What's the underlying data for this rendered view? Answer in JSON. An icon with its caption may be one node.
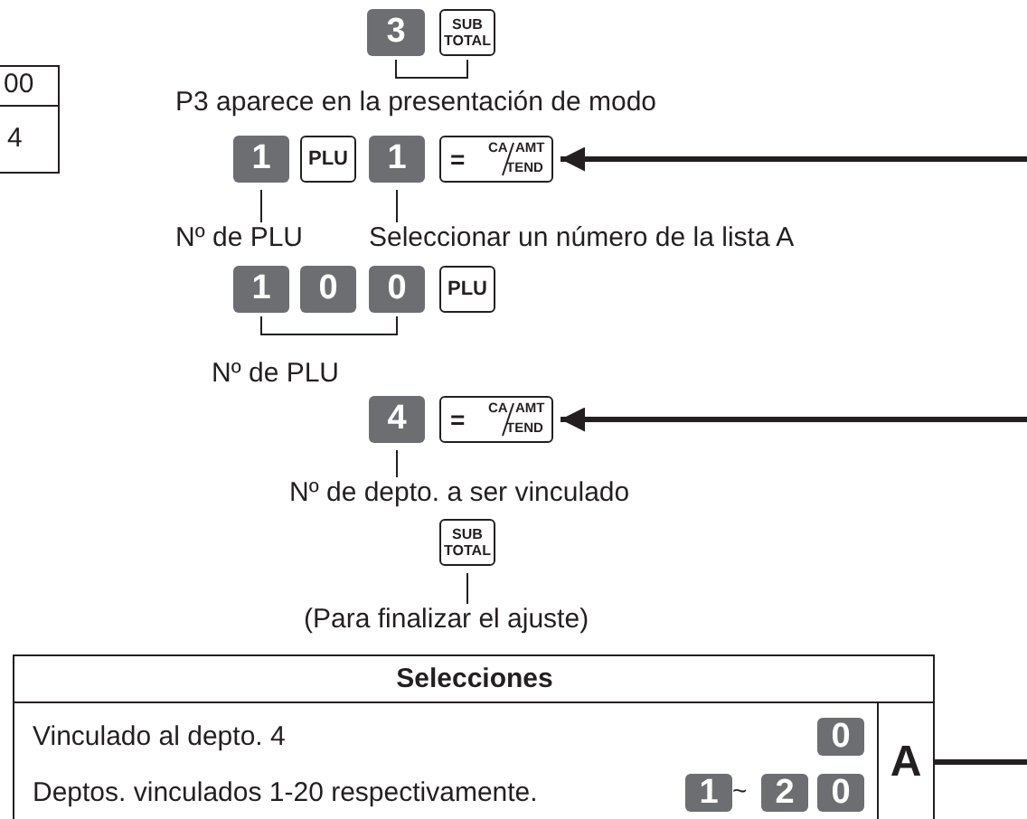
{
  "diagram": {
    "nodes": [
      {
        "text": [
          "3"
        ]
      },
      {
        "text": [
          "SUB TOTAL"
        ]
      },
      {
        "text": [
          "1"
        ]
      },
      {
        "text": [
          "PLU"
        ]
      },
      {
        "text": [
          "1"
        ]
      },
      {
        "text": [
          "=",
          "CA",
          "AMT",
          "TEND"
        ]
      },
      {
        "text": [
          "1"
        ]
      },
      {
        "text": [
          "0"
        ]
      },
      {
        "text": [
          "0"
        ]
      },
      {
        "text": [
          "PLU"
        ]
      },
      {
        "text": [
          "4"
        ]
      },
      {
        "text": [
          "=",
          "CA",
          "AMT",
          "TEND"
        ]
      },
      {
        "text": [
          "SUB TOTAL"
        ]
      },
      {
        "text": [
          "Selecciones",
          "Vinculado al depto. 4",
          "Deptos. vinculados 1-20 respectivamente."
        ]
      },
      {
        "text": [
          "0"
        ],
        "in": 13
      },
      {
        "text": [
          "1"
        ],
        "in": 13
      },
      {
        "text": [
          "2"
        ],
        "in": 13
      },
      {
        "text": [
          "0"
        ],
        "in": 13
      },
      {
        "text": [
          "A"
        ],
        "in": 13
      },
      {
        "text": [
          "Nº de PLU"
        ]
      },
      {
        "text": [
          "Seleccionar un número de la lista A"
        ]
      },
      {
        "text": [
          "Nº de depto. a ser vinculado"
        ]
      },
      {
        "text": [
          "(Para finalizar el ajuste)"
        ]
      },
      {
        "text": [
          "00",
          "4"
        ]
      }
    ],
    "edges": [
      {
        "from": null,
        "to": 5,
        "arrow": "to",
        "style": "thick"
      },
      {
        "from": null,
        "to": 11,
        "arrow": "to",
        "style": "thick"
      },
      {
        "from": 18,
        "to": null,
        "arrow": "none",
        "style": "thick"
      },
      {
        "from": 0,
        "to": 1,
        "arrow": "none"
      },
      {
        "from": 19,
        "to": 2,
        "arrow": "none"
      },
      {
        "from": 20,
        "to": 4,
        "arrow": "none"
      },
      {
        "from": 6,
        "to": 8,
        "arrow": "none"
      },
      {
        "from": 21,
        "to": 10,
        "arrow": "none"
      },
      {
        "from": 22,
        "to": 12,
        "arrow": "none"
      }
    ],
    "labels": [
      "P3 aparece en la presentación de modo",
      "Nº de PLU",
      "~"
    ]
  }
}
